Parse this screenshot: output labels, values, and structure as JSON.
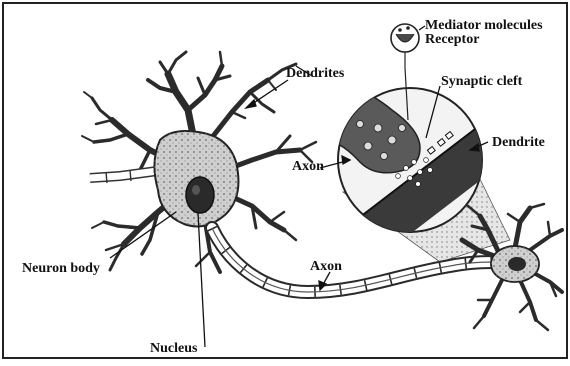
{
  "diagram": {
    "labels": {
      "dendrites": "Dendrites",
      "mediator_molecules": "Mediator molecules",
      "receptor": "Receptor",
      "synaptic_cleft": "Synaptic cleft",
      "axon_synapse": "Axon",
      "dendrite": "Dendrite",
      "neuron_body": "Neuron body",
      "axon": "Axon",
      "nucleus": "Nucleus"
    },
    "colors": {
      "ink": "#111111",
      "border": "#222222",
      "cytoplasm": "#d8d8d8",
      "dendrite_fill": "#3a3a3a",
      "zoom_fill": "#ececec"
    }
  }
}
